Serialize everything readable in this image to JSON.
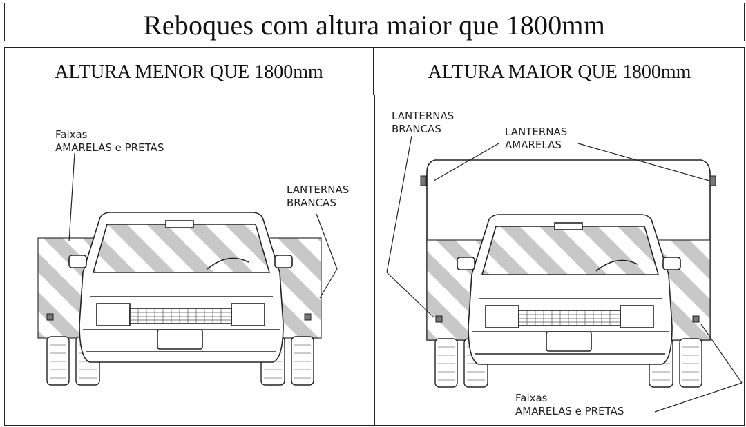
{
  "title": "Reboques com altura maior que 1800mm",
  "columns": [
    {
      "header": "ALTURA MENOR QUE 1800mm"
    },
    {
      "header": "ALTURA MAIOR QUE 1800mm"
    }
  ],
  "left_labels": {
    "faixas_line1": "Faixas",
    "faixas_line2": "AMARELAS  e  PRETAS",
    "lanternas_line1": "LANTERNAS",
    "lanternas_line2": "BRANCAS"
  },
  "right_labels": {
    "brancas_line1": "LANTERNAS",
    "brancas_line2": "BRANCAS",
    "amarelas_line1": "LANTERNAS",
    "amarelas_line2": "AMARELAS",
    "faixas_line1": "Faixas",
    "faixas_line2": "AMARELAS  e  PRETAS"
  },
  "colors": {
    "stripe": "#c8c8c8",
    "line": "#222222"
  }
}
